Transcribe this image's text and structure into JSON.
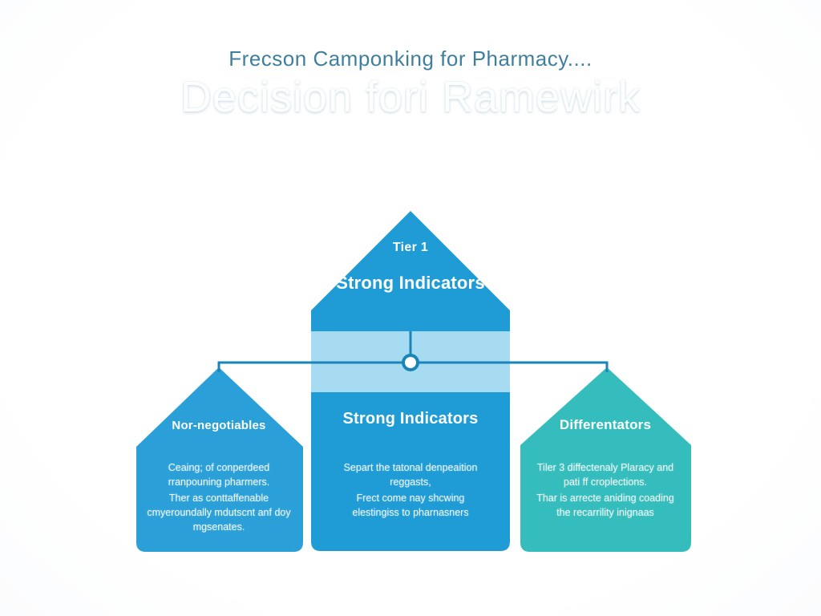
{
  "title": "Frecson Camponking for Pharmacy....",
  "ghost_title": "Decision fori Ramewirk",
  "colors": {
    "title_text": "#3f7f9e",
    "center_shape": "#1f9cd6",
    "left_shape": "#2ba0d8",
    "right_shape": "#35bdbd",
    "band": "#a7dbf2",
    "connector": "#1a85b8",
    "circle_fill": "#ffffff",
    "shape_text": "#ffffff"
  },
  "center_top": {
    "tier_label": "Tier 1",
    "heading": "Strong Indicators"
  },
  "center_bottom": {
    "heading": "Strong Indicators",
    "para1": "Separt the tatonal denpeaition reggasts,",
    "para2": "Frect come nay shcwing elestingiss to pharnasners"
  },
  "left": {
    "heading": "Nor-negotiables",
    "para1": "Ceaing; of conperdeed rranpouning pharmers.",
    "para2": "Ther as conttaffenable cmyeroundally mdutscnt anf doy mgsenates."
  },
  "right": {
    "heading": "Differentators",
    "para1": "Tiler 3 diffectenaly Plaracy and pati ff croplections.",
    "para2": "Thar is arrecte aniding coading the recarrility inignaas"
  }
}
